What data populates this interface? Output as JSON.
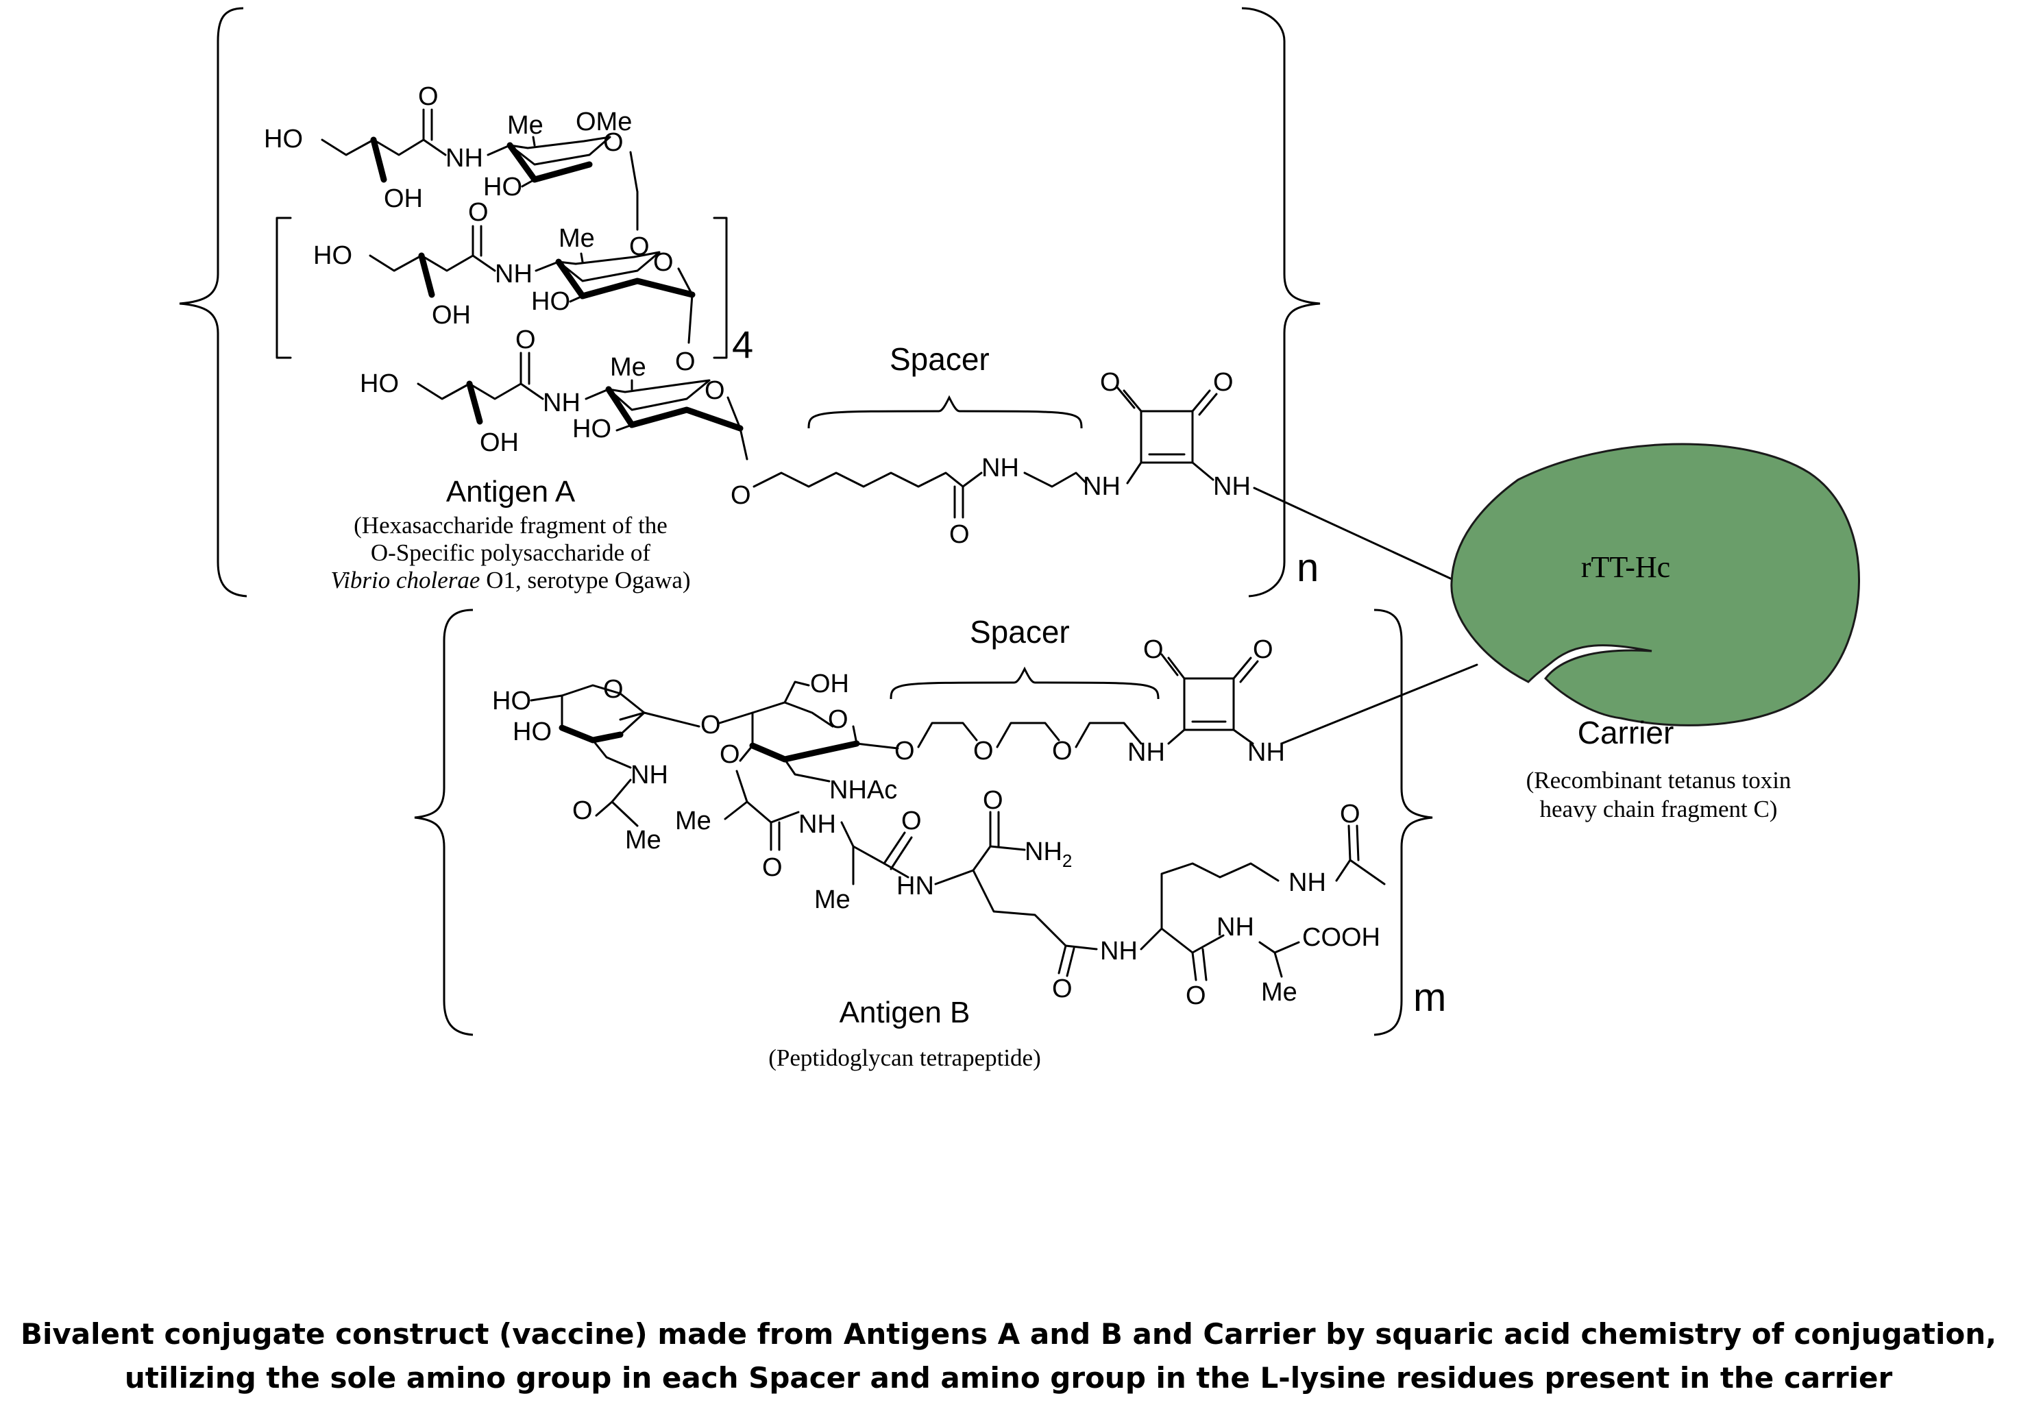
{
  "antigen_a": {
    "title": "Antigen A",
    "desc_line1": "(Hexasaccharide fragment of the",
    "desc_line2": "O-Specific polysaccharide of",
    "desc_line3_italic": "Vibrio cholerae",
    "desc_line3_rest": " O1, serotype Ogawa)",
    "repeat_count": "4",
    "multiplicity": "n",
    "spacer_label": "Spacer"
  },
  "antigen_b": {
    "title": "Antigen B",
    "desc": "(Peptidoglycan tetrapeptide)",
    "multiplicity": "m",
    "spacer_label": "Spacer"
  },
  "carrier": {
    "blob_label": "rTT-Hc",
    "blob_label_color": "#cc1a1a",
    "blob_color": "#6a9e6a",
    "title": "Carrier",
    "desc_line1": "(Recombinant tetanus toxin",
    "desc_line2": "heavy chain fragment C)"
  },
  "atoms": {
    "ho": "HO",
    "oh": "OH",
    "o": "O",
    "nh": "NH",
    "hn": "HN",
    "me": "Me",
    "ome": "OMe",
    "nhac": "NHAc",
    "nh2": "NH",
    "nh2_sub": "2",
    "cooh": "COOH"
  },
  "caption": {
    "line1": "Bivalent conjugate construct (vaccine) made from Antigens A and B and Carrier by squaric acid chemistry of conjugation,",
    "line2": "utilizing the sole amino group in each Spacer and amino group in the L-lysine residues present in the carrier"
  }
}
